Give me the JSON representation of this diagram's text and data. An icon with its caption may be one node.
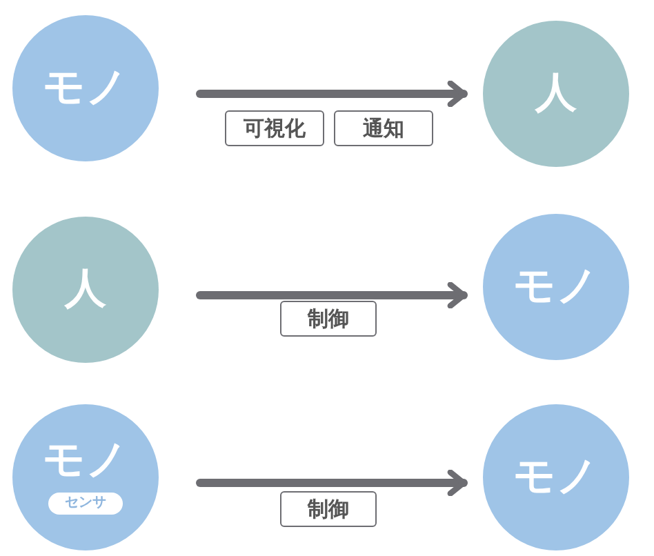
{
  "diagram": {
    "nodes": [
      {
        "text": [
          "モノ"
        ]
      },
      {
        "text": [
          "人"
        ]
      },
      {
        "text": [
          "人"
        ]
      },
      {
        "text": [
          "モノ"
        ]
      },
      {
        "text": [
          "モノ",
          "センサ"
        ]
      },
      {
        "text": [
          "モノ"
        ]
      }
    ],
    "edges": [
      {
        "from": 0,
        "to": 1,
        "arrow": "to"
      },
      {
        "from": 2,
        "to": 3,
        "arrow": "to"
      },
      {
        "from": 4,
        "to": 5,
        "arrow": "to"
      }
    ],
    "labels": [
      "可視化",
      "通知",
      "制御",
      "制御"
    ]
  }
}
